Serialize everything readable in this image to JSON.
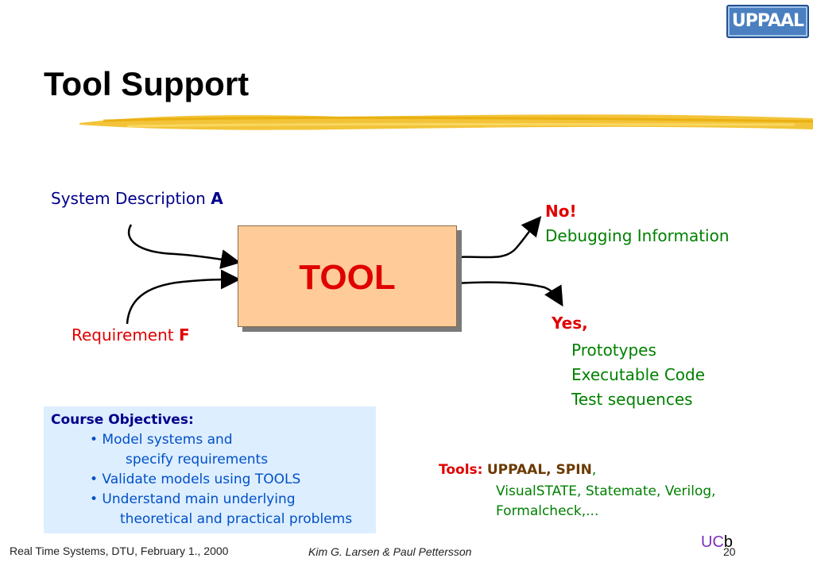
{
  "logo": {
    "text": "UPPAAL"
  },
  "title": "Tool Support",
  "inputs": {
    "system_description": "System Description",
    "system_description_var": "A",
    "requirement": "Requirement",
    "requirement_var": "F"
  },
  "tool": {
    "label": "TOOL"
  },
  "outputs": {
    "no": "No!",
    "debugging": "Debugging Information",
    "yes": "Yes",
    "yes_comma": ",",
    "yes_items": [
      "Prototypes",
      "Executable Code",
      "Test sequences"
    ]
  },
  "objectives": {
    "title": "Course Objectives:",
    "lines": [
      "• Model systems and",
      "specify requirements",
      "• Validate models using TOOLS",
      "• Understand main underlying",
      "theoretical and practical problems"
    ]
  },
  "tools": {
    "label": "Tools:",
    "main": "UPPAAL, SPIN",
    "comma": ",",
    "line2": "VisualSTATE, Statemate, Verilog,",
    "line3": "Formalcheck,..."
  },
  "footer": {
    "left": "Real Time Systems, DTU, February 1., 2000",
    "authors": "Kim G. Larsen & Paul Pettersson",
    "uc": "UC",
    "b": "b",
    "page": "20"
  },
  "colors": {
    "title_stroke": "#f2c12e",
    "tool_box": "#ffcc99",
    "objectives_bg": "#ddeeff",
    "red": "#e00000",
    "green": "#008000",
    "navy": "#00008b"
  }
}
